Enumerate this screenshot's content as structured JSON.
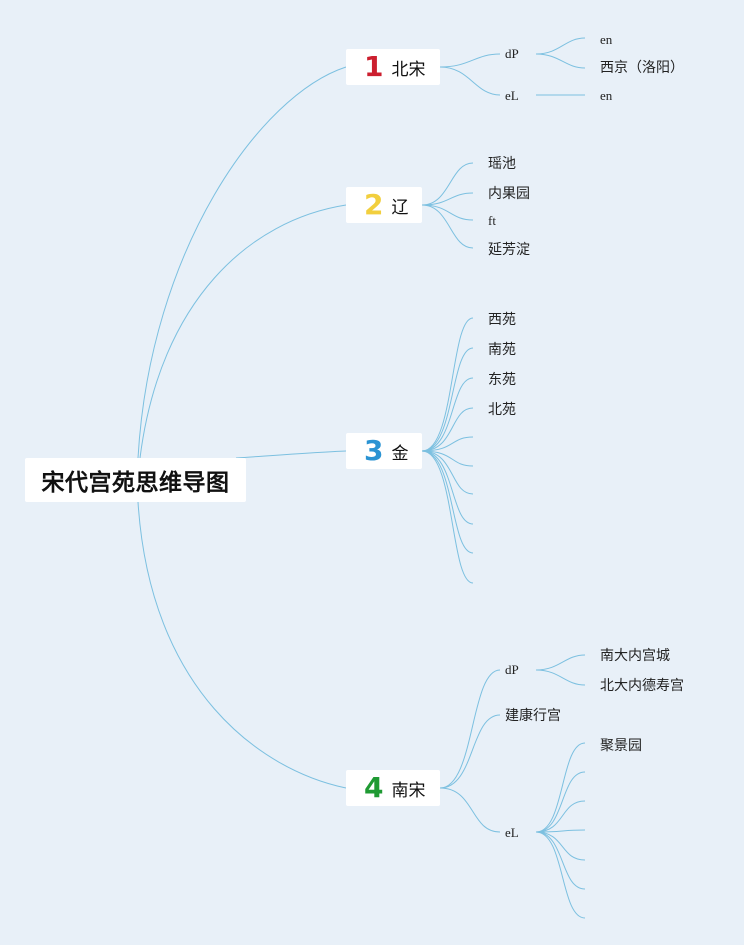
{
  "root": {
    "title": "宋代宫苑思维导图"
  },
  "branches": [
    {
      "num": "1",
      "color": "#cc1f2f",
      "label": "北宋",
      "groups": [
        {
          "label": "dP",
          "items": [
            "en",
            "西京（洛阳）"
          ]
        },
        {
          "label": "eL",
          "items": [
            "en"
          ]
        }
      ]
    },
    {
      "num": "2",
      "color": "#f2cf3e",
      "label": "辽",
      "items": [
        "瑶池",
        "内果园",
        "ft",
        "延芳淀"
      ]
    },
    {
      "num": "3",
      "color": "#2a93d3",
      "label": "金",
      "items": [
        "西苑",
        "南苑",
        "东苑",
        "北苑"
      ]
    },
    {
      "num": "4",
      "color": "#1f9a33",
      "label": "南宋",
      "groups": [
        {
          "label": "dP",
          "items": [
            "南大内宫城",
            "北大内德寿宫"
          ]
        },
        {
          "label": "建康行宫"
        },
        {
          "label": "eL",
          "items": [
            "聚景园"
          ]
        }
      ]
    }
  ]
}
